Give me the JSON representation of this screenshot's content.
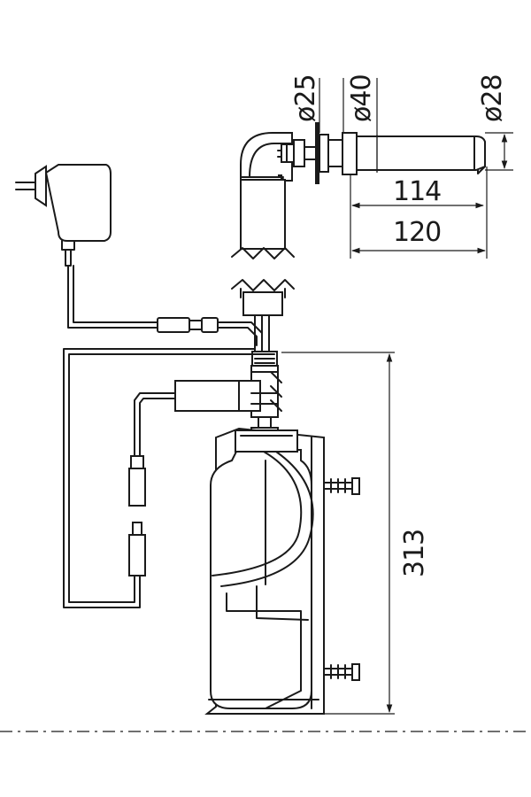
{
  "dimensions": {
    "d25": "ø25",
    "d40": "ø40",
    "d28": "ø28",
    "len114": "114",
    "len120": "120",
    "height313": "313"
  }
}
